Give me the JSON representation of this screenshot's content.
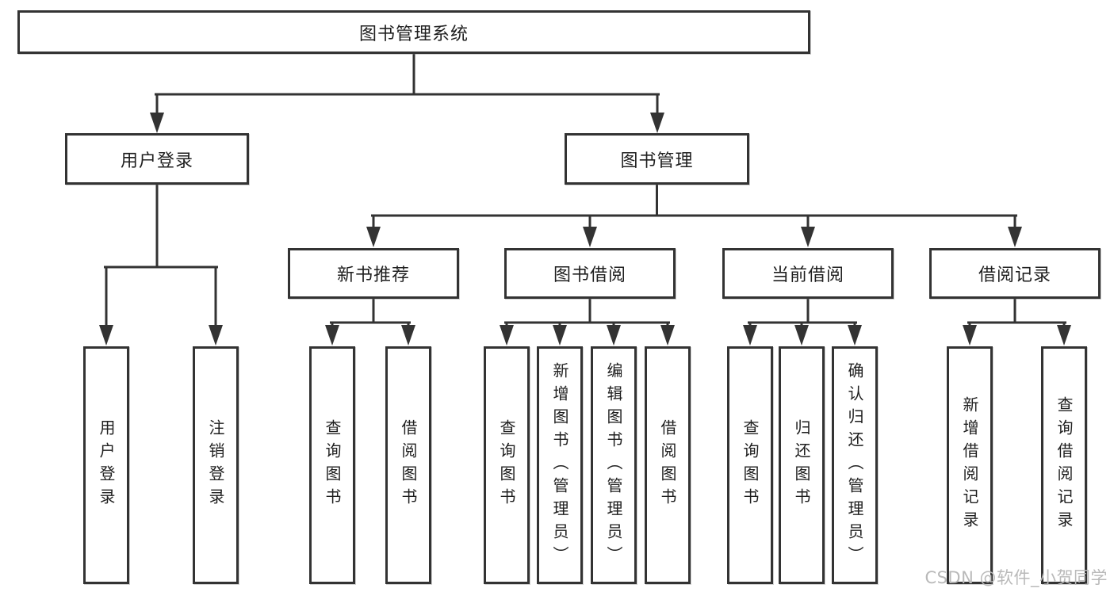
{
  "colors": {
    "line": "#333333",
    "box_border": "#333333",
    "box_fill": "#ffffff",
    "text": "#1f1f1f",
    "watermark": "#b9b9b9",
    "background": "#ffffff"
  },
  "root": {
    "label": "图书管理系统"
  },
  "branches": {
    "user": {
      "label": "用户登录",
      "children": [
        {
          "label": "用户登录"
        },
        {
          "label": "注销登录"
        }
      ]
    },
    "books": {
      "label": "图书管理",
      "sections": [
        {
          "label": "新书推荐",
          "children": [
            {
              "label": "查询图书"
            },
            {
              "label": "借阅图书"
            }
          ]
        },
        {
          "label": "图书借阅",
          "children": [
            {
              "label": "查询图书"
            },
            {
              "label": "新增图书（管理员）"
            },
            {
              "label": "编辑图书（管理员）"
            },
            {
              "label": "借阅图书"
            }
          ]
        },
        {
          "label": "当前借阅",
          "children": [
            {
              "label": "查询图书"
            },
            {
              "label": "归还图书"
            },
            {
              "label": "确认归还（管理员）"
            }
          ]
        },
        {
          "label": "借阅记录",
          "children": [
            {
              "label": "新增借阅记录"
            },
            {
              "label": "查询借阅记录"
            }
          ]
        }
      ]
    }
  },
  "watermark": {
    "text": "CSDN @软件_小贺同学"
  }
}
